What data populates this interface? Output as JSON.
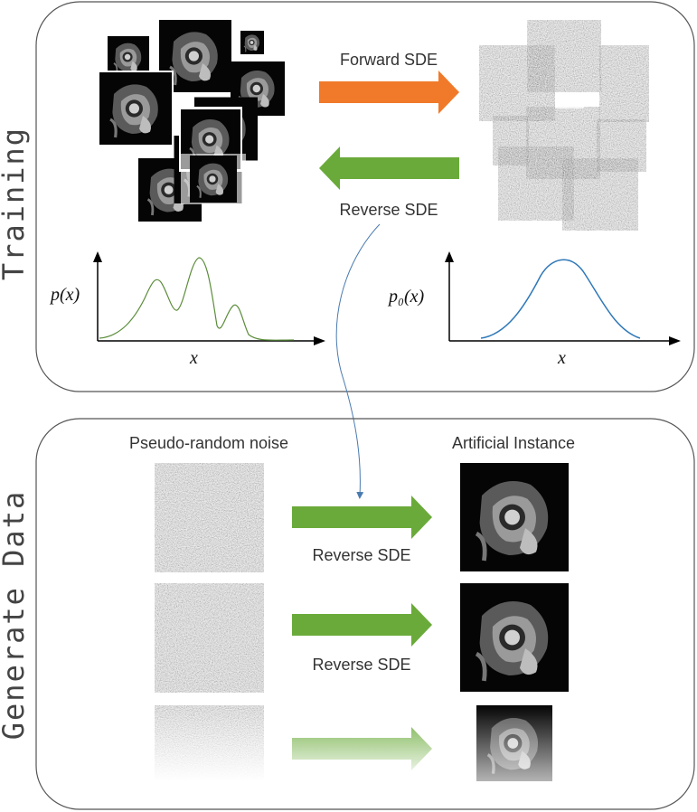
{
  "panels": {
    "training": {
      "side_label": "Training",
      "forward_label": "Forward SDE",
      "reverse_label": "Reverse SDE",
      "px_label": "p(x)",
      "p0x_label": "p₀(x)",
      "x_label_left": "x",
      "x_label_right": "x"
    },
    "generate": {
      "side_label": "Generate Data",
      "noise_header": "Pseudo-random noise",
      "instance_header": "Artificial Instance",
      "rows": [
        {
          "label": "Reverse SDE"
        },
        {
          "label": "Reverse SDE"
        },
        {
          "label": ""
        }
      ]
    }
  },
  "colors": {
    "forward_arrow": "#f07a2a",
    "reverse_arrow": "#6aaa3a",
    "left_curve": "#5b8c3a",
    "right_curve": "#2f78b8",
    "connector": "#4a7ab0",
    "panel_border": "#555555"
  }
}
